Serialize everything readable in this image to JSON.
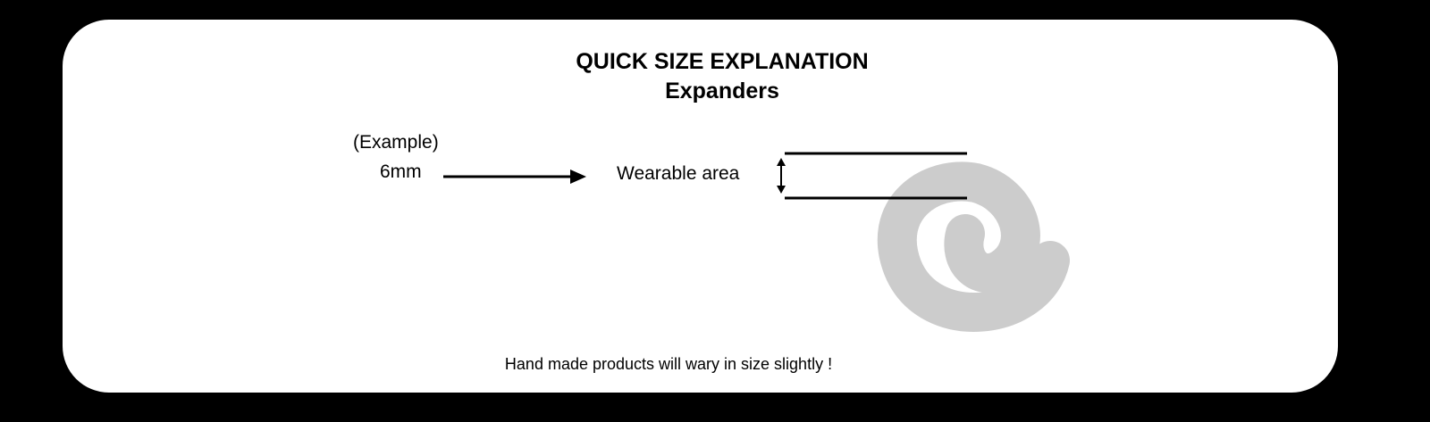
{
  "title": "QUICK SIZE EXPLANATION",
  "subtitle": "Expanders",
  "example_label": "(Example)",
  "size_label": "6mm",
  "wearable_label": "Wearable area",
  "footer_note": "Hand made products will wary in size slightly !",
  "colors": {
    "background": "#000000",
    "card": "#ffffff",
    "watermark": "#cccccc"
  }
}
